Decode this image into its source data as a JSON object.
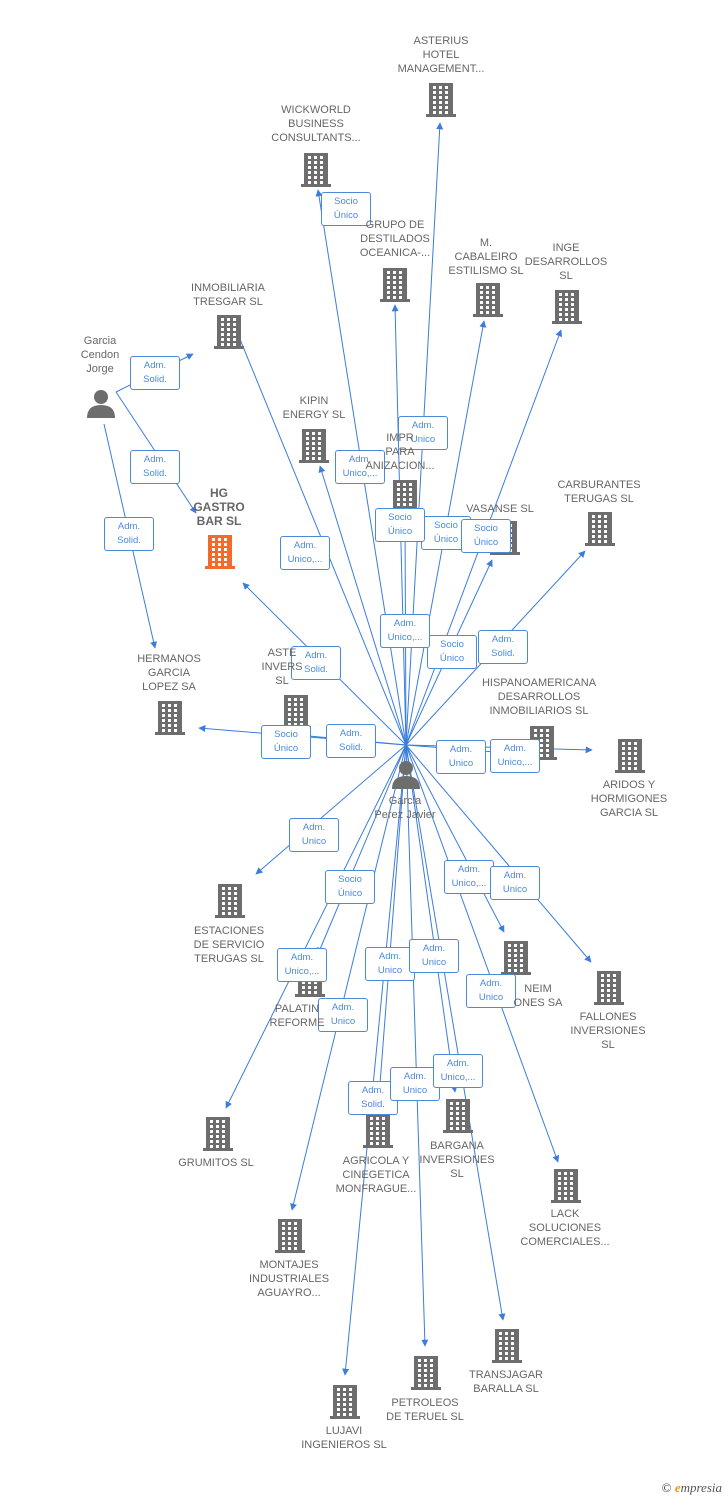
{
  "colors": {
    "edge": "#3b7ddd",
    "building": "#6d6d6d",
    "focus": "#f26a2c",
    "person": "#6d6d6d"
  },
  "footer": {
    "copyright": "©",
    "brand_initial": "e",
    "brand_rest": "mpresia"
  },
  "nodes": [
    {
      "id": "asterius_hotel",
      "type": "company",
      "label": "ASTERIUS\nHOTEL\nMANAGEMENT..."
    },
    {
      "id": "wickworld",
      "type": "company",
      "label": "WICKWORLD\nBUSINESS\nCONSULTANTS..."
    },
    {
      "id": "grupo_destilados",
      "type": "company",
      "label": "GRUPO DE\nDESTILADOS\nOCEANICA-..."
    },
    {
      "id": "m_cabaleiro",
      "type": "company",
      "label": "M.\nCABALEIRO\nESTILISMO  SL"
    },
    {
      "id": "inge_desarrollos",
      "type": "company",
      "label": "INGE\nDESARROLLOS\nSL"
    },
    {
      "id": "inmobiliaria_tresgar",
      "type": "company",
      "label": "INMOBILIARIA\nTRESGAR SL"
    },
    {
      "id": "garcia_cendon",
      "type": "person",
      "label": "Garcia\nCendon\nJorge"
    },
    {
      "id": "kipin",
      "type": "company",
      "label": "KIPIN\nENERGY  SL"
    },
    {
      "id": "impr_para",
      "type": "company",
      "label": "IMPR\nPARA\nANIZACION..."
    },
    {
      "id": "hg_gastro",
      "type": "focus",
      "label": "HG\nGASTRO\nBAR  SL"
    },
    {
      "id": "vasanse",
      "type": "company",
      "label": "VASANSE SL"
    },
    {
      "id": "carburantes",
      "type": "company",
      "label": "CARBURANTES\nTERUGAS  SL"
    },
    {
      "id": "hermanos_garcia",
      "type": "company",
      "label": "HERMANOS\nGARCIA\nLOPEZ SA"
    },
    {
      "id": "aster_invers",
      "type": "company",
      "label": "ASTE\nINVERS\nSL"
    },
    {
      "id": "hispanoamericana",
      "type": "company",
      "label": "HISPANOAMERICANA\nDESARROLLOS\nINMOBILIARIOS SL"
    },
    {
      "id": "aridos",
      "type": "company",
      "label": "ARIDOS Y\nHORMIGONES\nGARCIA SL"
    },
    {
      "id": "garcia_perez",
      "type": "person",
      "label": "Garcia\nPerez Javier"
    },
    {
      "id": "estaciones",
      "type": "company",
      "label": "ESTACIONES\nDE SERVICIO\nTERUGAS  SL"
    },
    {
      "id": "neim",
      "type": "company",
      "label": "NEIM\nONES SA"
    },
    {
      "id": "fallones",
      "type": "company",
      "label": "FALLONES\nINVERSIONES\nSL"
    },
    {
      "id": "palatin",
      "type": "company",
      "label": "PALATIN\nREFORME"
    },
    {
      "id": "grumitos",
      "type": "company",
      "label": "GRUMITOS  SL"
    },
    {
      "id": "agricola",
      "type": "company",
      "label": "AGRICOLA Y\nCINEGETICA\nMONFRAGUE..."
    },
    {
      "id": "bargana",
      "type": "company",
      "label": "BARGANA\nINVERSIONES\nSL"
    },
    {
      "id": "lack",
      "type": "company",
      "label": "LACK\nSOLUCIONES\nCOMERCIALES..."
    },
    {
      "id": "montajes",
      "type": "company",
      "label": "MONTAJES\nINDUSTRIALES\nAGUAYRO..."
    },
    {
      "id": "transjagar",
      "type": "company",
      "label": "TRANSJAGAR\nBARALLA SL"
    },
    {
      "id": "petroleos",
      "type": "company",
      "label": "PETROLEOS\nDE TERUEL  SL"
    },
    {
      "id": "lujavi",
      "type": "company",
      "label": "LUJAVI\nINGENIEROS SL"
    }
  ],
  "edges": [
    {
      "from": "garcia_cendon",
      "to": "inmobiliaria_tresgar",
      "label": "Adm.\nSolid."
    },
    {
      "from": "garcia_cendon",
      "to": "hg_gastro",
      "label": "Adm.\nSolid."
    },
    {
      "from": "garcia_cendon",
      "to": "hermanos_garcia",
      "label": "Adm.\nSolid."
    },
    {
      "from": "garcia_perez",
      "to": "wickworld",
      "label": "Socio\nÚnico"
    },
    {
      "from": "garcia_perez",
      "to": "asterius_hotel",
      "label": "Adm.\nUnico"
    },
    {
      "from": "garcia_perez",
      "to": "grupo_destilados",
      "label": "Adm.\nUnico,..."
    },
    {
      "from": "garcia_perez",
      "to": "m_cabaleiro",
      "label": "Socio\nÚnico"
    },
    {
      "from": "garcia_perez",
      "to": "inge_desarrollos",
      "label": "Socio\nÚnico"
    },
    {
      "from": "garcia_perez",
      "to": "inmobiliaria_tresgar",
      "label": "Adm.\nSolid."
    },
    {
      "from": "garcia_perez",
      "to": "kipin",
      "label": "Socio\nÚnico"
    },
    {
      "from": "garcia_perez",
      "to": "impr_para",
      "label": "Adm.\nUnico,..."
    },
    {
      "from": "garcia_perez",
      "to": "hg_gastro",
      "label": "Socio\nÚnico"
    },
    {
      "from": "garcia_perez",
      "to": "vasanse",
      "label": "Adm.\nSolid."
    },
    {
      "from": "garcia_perez",
      "to": "carburantes",
      "label": "Socio\nÚnico"
    },
    {
      "from": "garcia_perez",
      "to": "hermanos_garcia",
      "label": "Adm.\nSolid."
    },
    {
      "from": "garcia_perez",
      "to": "aster_invers",
      "label": "Adm.\nUnico,..."
    },
    {
      "from": "garcia_perez",
      "to": "hispanoamericana",
      "label": "Adm.\nUnico"
    },
    {
      "from": "garcia_perez",
      "to": "aridos",
      "label": "Adm.\nUnico"
    },
    {
      "from": "garcia_perez",
      "to": "estaciones",
      "label": "Adm.\nUnico,..."
    },
    {
      "from": "garcia_perez",
      "to": "neim",
      "label": "Adm.\nUnico"
    },
    {
      "from": "garcia_perez",
      "to": "fallones",
      "label": "Socio\nÚnico"
    },
    {
      "from": "garcia_perez",
      "to": "palatin",
      "label": "Adm.\nUnico"
    },
    {
      "from": "garcia_perez",
      "to": "grumitos",
      "label": "Adm.\nUnico,..."
    },
    {
      "from": "garcia_perez",
      "to": "agricola",
      "label": "Adm.\nUnico"
    },
    {
      "from": "garcia_perez",
      "to": "bargana",
      "label": "Adm.\nUnico"
    },
    {
      "from": "garcia_perez",
      "to": "lack",
      "label": "Adm.\nUnico"
    },
    {
      "from": "garcia_perez",
      "to": "montajes",
      "label": "Adm.\nSolid."
    },
    {
      "from": "garcia_perez",
      "to": "transjagar",
      "label": "Adm.\nUnico"
    },
    {
      "from": "garcia_perez",
      "to": "petroleos",
      "label": "Adm.\nUnico,..."
    },
    {
      "from": "garcia_perez",
      "to": "lujavi",
      "label": "Adm.\nUnico,..."
    }
  ]
}
